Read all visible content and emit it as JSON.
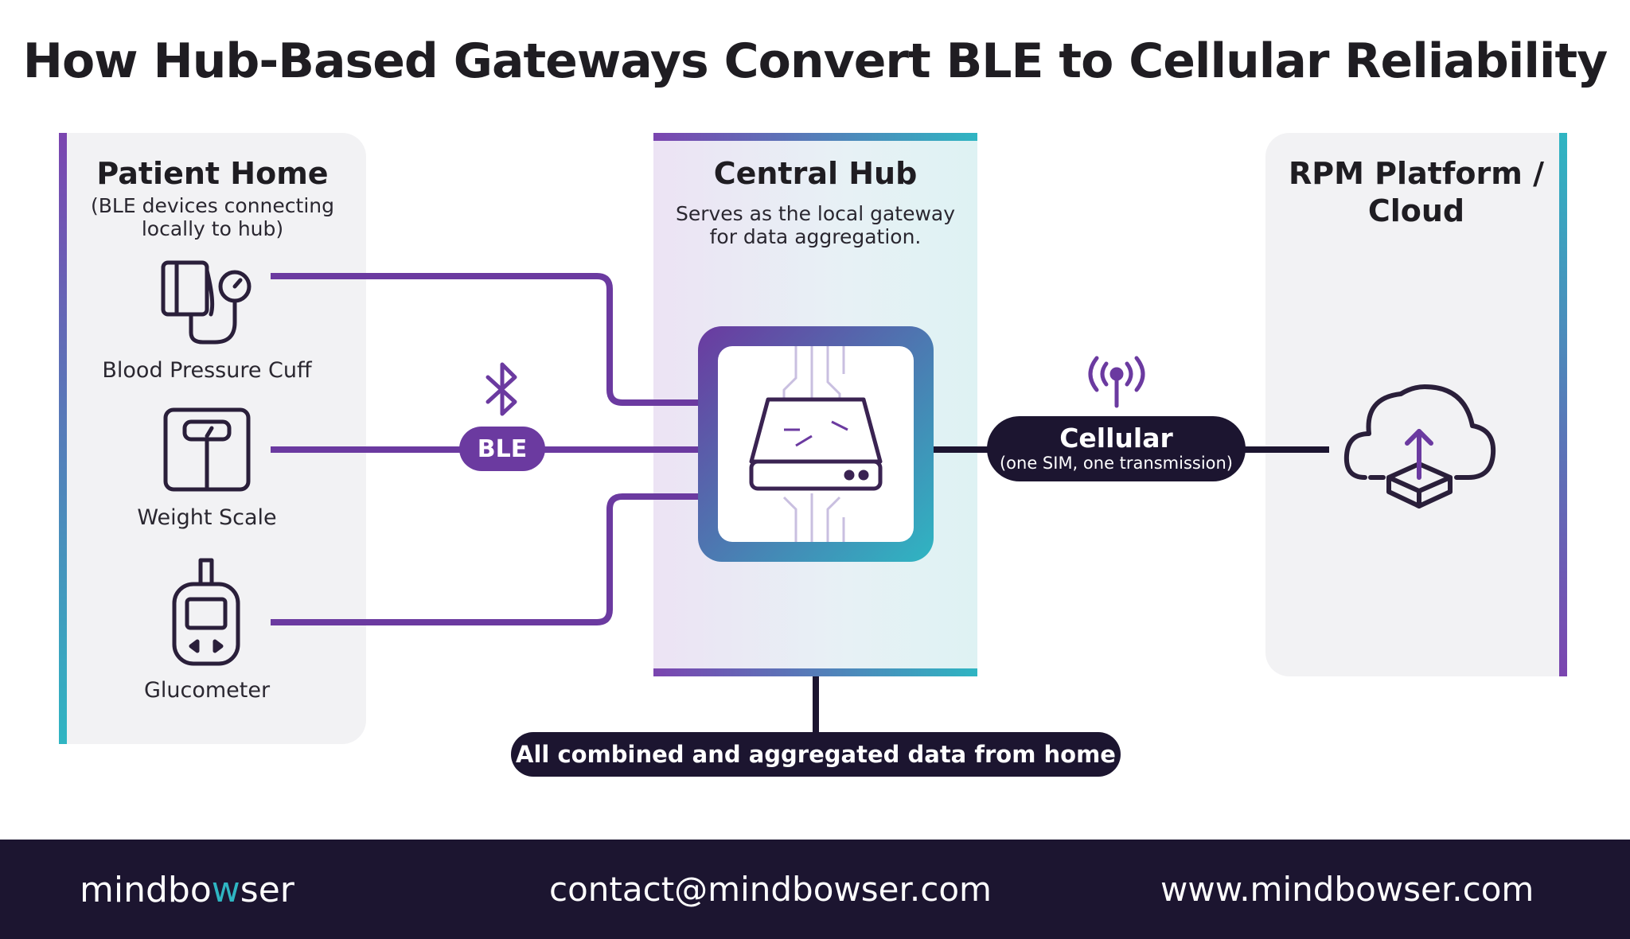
{
  "title": "How Hub-Based Gateways Convert BLE to Cellular Reliability",
  "patient_home": {
    "title": "Patient Home",
    "subtitle_line1": "(BLE devices connecting",
    "subtitle_line2": "locally to hub)",
    "devices": [
      {
        "label": "Blood Pressure Cuff",
        "icon": "blood-pressure-cuff-icon"
      },
      {
        "label": "Weight Scale",
        "icon": "weight-scale-icon"
      },
      {
        "label": "Glucometer",
        "icon": "glucometer-icon"
      }
    ]
  },
  "ble_label": "BLE",
  "central_hub": {
    "title": "Central Hub",
    "subtitle_line1": "Serves as the local gateway",
    "subtitle_line2": "for data aggregation."
  },
  "cellular": {
    "title": "Cellular",
    "subtitle": "(one SIM, one transmission)"
  },
  "cloud": {
    "title_line1": "RPM Platform /",
    "title_line2": "Cloud"
  },
  "aggregate_label": "All combined and aggregated data from home",
  "footer": {
    "brand_pre": "mindbo",
    "brand_accent": "w",
    "brand_post": "ser",
    "email": "contact@mindbowser.com",
    "website": "www.mindbowser.com"
  },
  "colors": {
    "purple": "#6b3aa0",
    "teal": "#2fb5c2",
    "navy": "#1c1530"
  }
}
